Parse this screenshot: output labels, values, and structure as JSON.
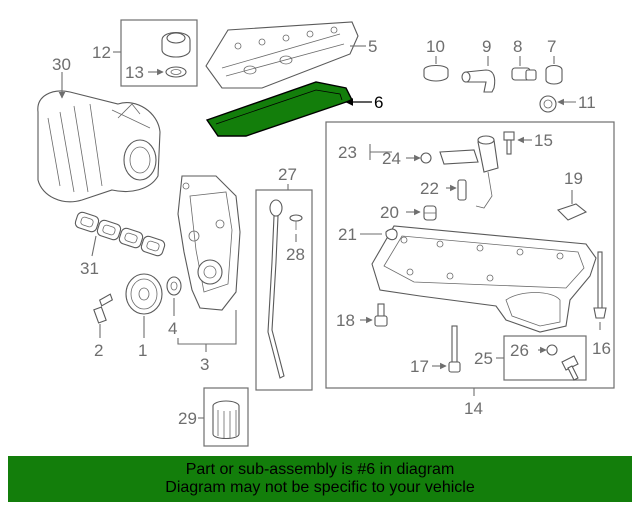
{
  "highlight_color": "#137e0b",
  "labels": {
    "c1": "1",
    "c2": "2",
    "c3": "3",
    "c4": "4",
    "c5": "5",
    "c6": "6",
    "c7": "7",
    "c8": "8",
    "c9": "9",
    "c10": "10",
    "c11": "11",
    "c12": "12",
    "c13": "13",
    "c14": "14",
    "c15": "15",
    "c16": "16",
    "c17": "17",
    "c18": "18",
    "c19": "19",
    "c20": "20",
    "c21": "21",
    "c22": "22",
    "c23": "23",
    "c24": "24",
    "c25": "25",
    "c26": "26",
    "c27": "27",
    "c28": "28",
    "c29": "29",
    "c30": "30",
    "c31": "31"
  },
  "banner": {
    "line1": "Part or sub-assembly is #6 in diagram",
    "line2": "Diagram may not be specific to your vehicle"
  }
}
